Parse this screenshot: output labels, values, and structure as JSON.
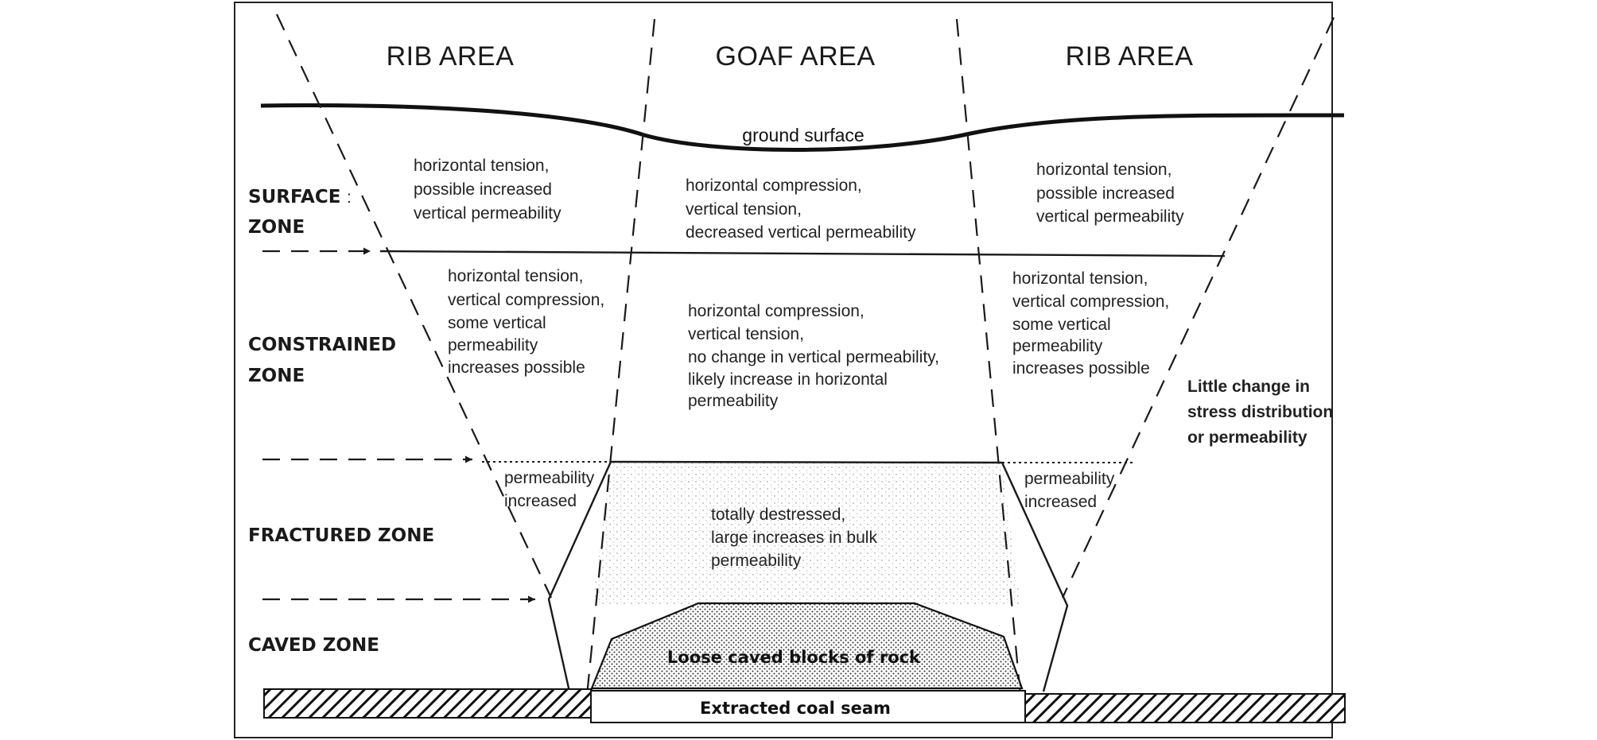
{
  "headers": {
    "rib_left": "RIB AREA",
    "goaf": "GOAF AREA",
    "rib_right": "RIB AREA"
  },
  "zones": {
    "surface": [
      "SURFACE",
      "ZONE"
    ],
    "constrained": [
      "CONSTRAINED",
      "ZONE"
    ],
    "fractured": "FRACTURED ZONE",
    "caved": "CAVED ZONE"
  },
  "labels": {
    "ground_surface": "ground surface",
    "loose_blocks": "Loose caved blocks of rock",
    "coal_seam": "Extracted coal seam"
  },
  "notes": {
    "surface_left": [
      "horizontal tension,",
      "possible increased",
      "vertical permeability"
    ],
    "surface_center": [
      "horizontal compression,",
      "vertical tension,",
      "decreased vertical permeability"
    ],
    "surface_right": [
      "horizontal tension,",
      "possible increased",
      "vertical permeability"
    ],
    "constrained_left": [
      "horizontal tension,",
      "vertical compression,",
      "some vertical",
      "permeability",
      "increases possible"
    ],
    "constrained_center": [
      "horizontal compression,",
      "vertical tension,",
      "no change in vertical permeability,",
      "likely increase in horizontal",
      "permeability"
    ],
    "constrained_right": [
      "horizontal tension,",
      "vertical compression,",
      "some vertical",
      "permeability",
      "increases possible"
    ],
    "fractured_left": [
      "permeability",
      "increased"
    ],
    "fractured_center": [
      "totally destressed,",
      "large increases in bulk",
      "permeability"
    ],
    "fractured_right": [
      "permeability",
      "increased"
    ],
    "outside": [
      "Little change in",
      "stress distribution",
      "or permeability"
    ]
  }
}
